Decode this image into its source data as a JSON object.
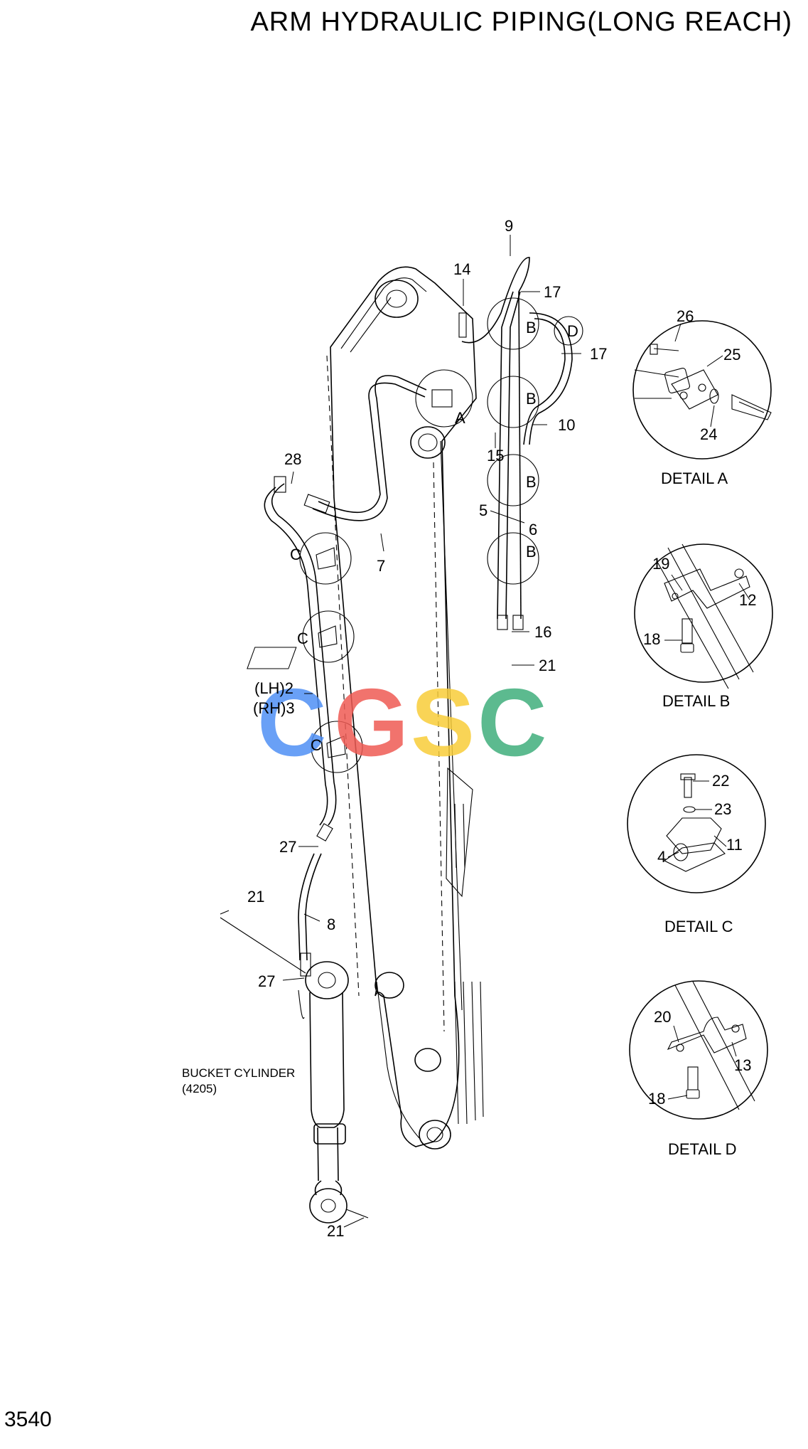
{
  "title": "ARM HYDRAULIC PIPING(LONG REACH)",
  "page_number": "3540",
  "watermark": {
    "letters": [
      "C",
      "G",
      "S",
      "C"
    ],
    "colors": [
      "#4f8ff5",
      "#ee5b53",
      "#f8cd38",
      "#3fae7b"
    ]
  },
  "callouts": {
    "c9": "9",
    "c14": "14",
    "c17a": "17",
    "c17b": "17",
    "c10": "10",
    "c15": "15",
    "c5": "5",
    "c6": "6",
    "c7": "7",
    "c28": "28",
    "c16": "16",
    "c21a": "21",
    "c2": "(LH)2",
    "c3": "(RH)3",
    "c27a": "27",
    "c8": "8",
    "c21b": "21",
    "c27b": "27",
    "c21c": "21",
    "lblA": "A",
    "lblB1": "B",
    "lblB2": "B",
    "lblB3": "B",
    "lblB4": "B",
    "lblD": "D",
    "lblC1": "C",
    "lblC2": "C",
    "lblC3": "C"
  },
  "bucket_cylinder": {
    "name": "BUCKET CYLINDER",
    "ref": "(4205)"
  },
  "details": {
    "a": {
      "caption": "DETAIL A",
      "p1": "26",
      "p2": "25",
      "p3": "24"
    },
    "b": {
      "caption": "DETAIL B",
      "p1": "19",
      "p2": "12",
      "p3": "18"
    },
    "c": {
      "caption": "DETAIL C",
      "p1": "22",
      "p2": "23",
      "p3": "4",
      "p4": "11"
    },
    "d": {
      "caption": "DETAIL D",
      "p1": "20",
      "p2": "13",
      "p3": "18"
    }
  }
}
